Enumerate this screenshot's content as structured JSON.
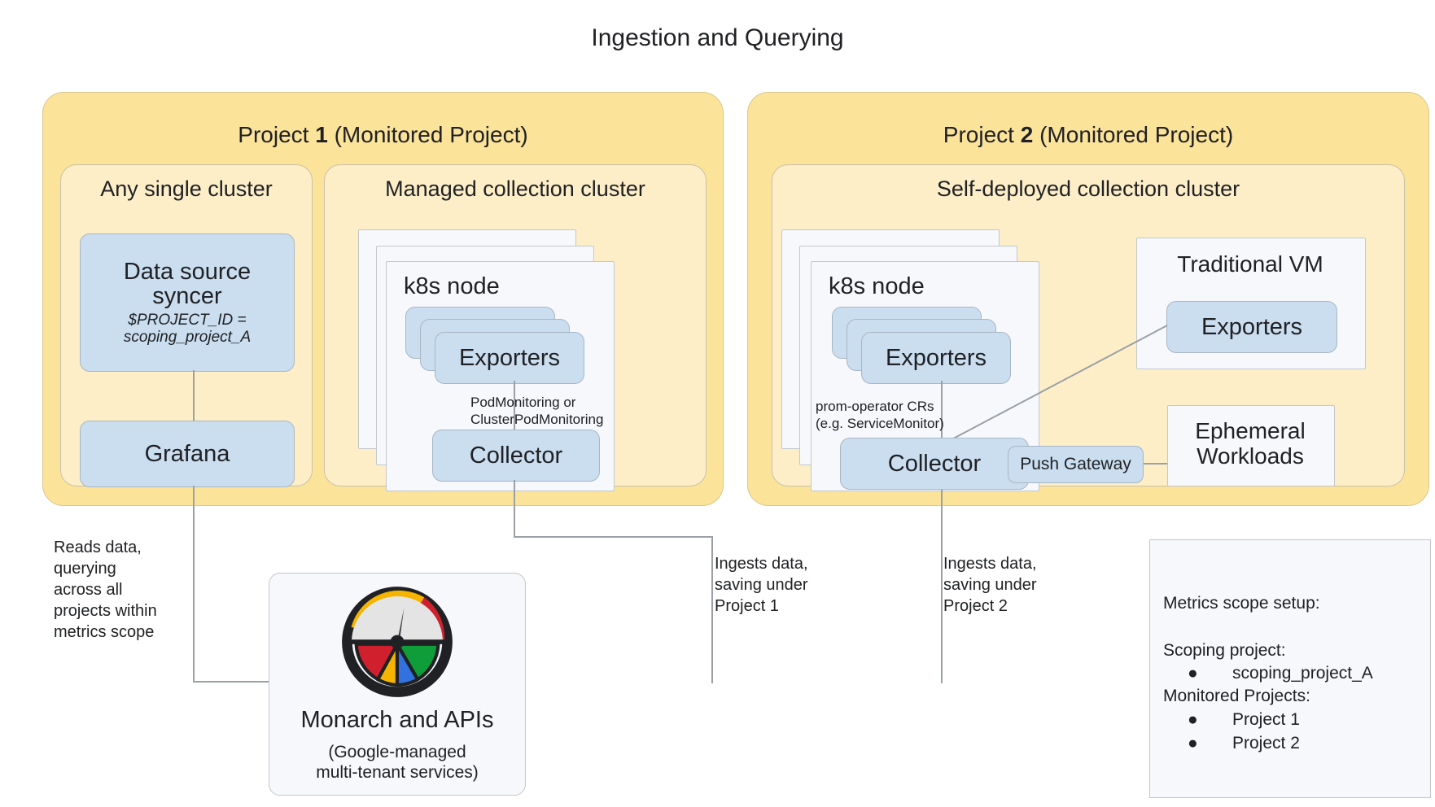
{
  "title": "Ingestion and Querying",
  "projects": [
    {
      "name": "project-1",
      "title_prefix": "Project ",
      "title_number": "1",
      "title_suffix": " (Monitored Project)"
    },
    {
      "name": "project-2",
      "title_prefix": "Project ",
      "title_number": "2",
      "title_suffix": " (Monitored Project)"
    }
  ],
  "clusters": {
    "any_single": "Any single cluster",
    "managed": "Managed collection cluster",
    "self_deployed": "Self-deployed collection cluster"
  },
  "boxes": {
    "data_source_syncer": "Data source syncer",
    "data_source_syncer_sub_1": "$PROJECT_ID =",
    "data_source_syncer_sub_2": "scoping_project_A",
    "grafana": "Grafana",
    "k8s_node": "k8s node",
    "exporters": "Exporters",
    "collector": "Collector",
    "push_gateway": "Push Gateway",
    "traditional_vm": "Traditional VM",
    "vm_exporters": "Exporters",
    "ephemeral_workloads_1": "Ephemeral",
    "ephemeral_workloads_2": "Workloads"
  },
  "edge_captions": {
    "pod_monitoring_1": "PodMonitoring or",
    "pod_monitoring_2": "ClusterPodMonitoring",
    "prom_operator_1": "prom-operator CRs",
    "prom_operator_2": "(e.g. ServiceMonitor)"
  },
  "notes": {
    "reads": "Reads data,\nquerying\nacross all\nprojects within\nmetrics scope",
    "ingest_p1": "Ingests data,\nsaving under\nProject 1",
    "ingest_p2": "Ingests data,\nsaving under\nProject 2"
  },
  "monarch": {
    "title": "Monarch and APIs",
    "subtitle_1": "(Google-managed",
    "subtitle_2": "multi-tenant services)",
    "logo_colors": {
      "ring": "#202124",
      "dial": "#e4e4e4",
      "yellow": "#f5b400",
      "red": "#d0202e",
      "green": "#0f9d3a",
      "blue": "#3272e0"
    }
  },
  "legend": {
    "heading": "Metrics scope setup:",
    "scoping_label": "Scoping project:",
    "scoping_items": [
      "scoping_project_A"
    ],
    "monitored_label": "Monitored Projects:",
    "monitored_items": [
      "Project 1",
      "Project 2"
    ],
    "bullet": "●"
  },
  "colors": {
    "project_fill": "#fce39a",
    "cluster_fill": "#fdeec8",
    "component_fill": "#cadef0",
    "card_fill": "#f6f8fb",
    "stroke": "#a9b6c4",
    "connector": "#9aa0a6"
  }
}
